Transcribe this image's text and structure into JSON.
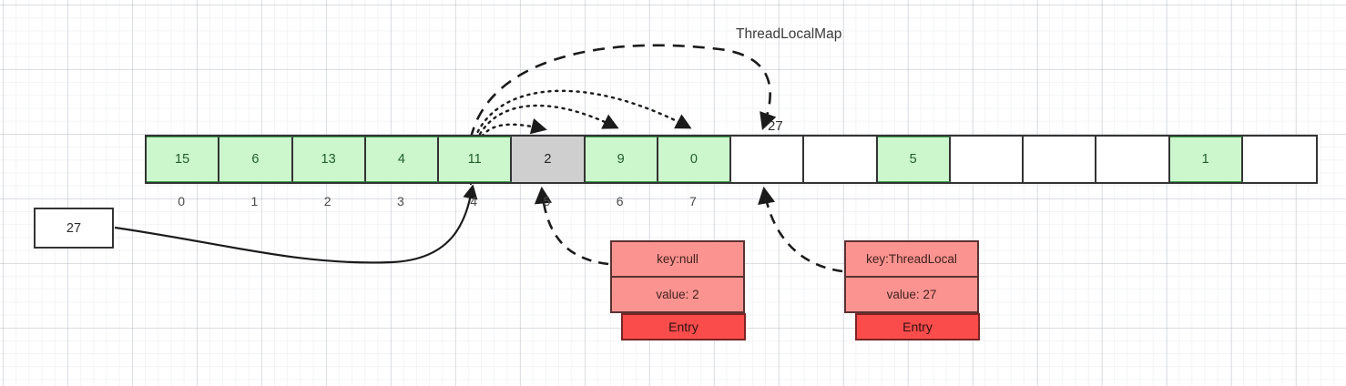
{
  "diagram": {
    "title": "ThreadLocalMap",
    "background": "#ffffff",
    "grid_color": "#dfe3e8"
  },
  "colors": {
    "cell_filled": "#ccf7cd",
    "cell_filled_text": "#215e28",
    "cell_highlight": "#cfcfcf",
    "cell_empty": "#ffffff",
    "entry_row": "#fb9490",
    "entry_footer": "#fb4c4c",
    "stroke": "#333333"
  },
  "source_box": {
    "label": "27",
    "name": "thread-local-value-box"
  },
  "array": {
    "name": "threadlocalmap-table",
    "cells": [
      {
        "value": "15",
        "state": "filled"
      },
      {
        "value": "6",
        "state": "filled"
      },
      {
        "value": "13",
        "state": "filled"
      },
      {
        "value": "4",
        "state": "filled"
      },
      {
        "value": "11",
        "state": "filled"
      },
      {
        "value": "2",
        "state": "highlight"
      },
      {
        "value": "9",
        "state": "filled"
      },
      {
        "value": "0",
        "state": "filled"
      },
      {
        "value": "",
        "state": "empty"
      },
      {
        "value": "",
        "state": "empty"
      },
      {
        "value": "5",
        "state": "filled"
      },
      {
        "value": "",
        "state": "empty"
      },
      {
        "value": "",
        "state": "empty"
      },
      {
        "value": "",
        "state": "empty"
      },
      {
        "value": "1",
        "state": "filled"
      },
      {
        "value": "",
        "state": "empty"
      }
    ],
    "indices": [
      "0",
      "1",
      "2",
      "3",
      "4",
      "5",
      "6",
      "7"
    ],
    "inserted_value_label": "27"
  },
  "entries": [
    {
      "id": "entry-null",
      "key_label": "key:null",
      "value_label": "value: 2",
      "footer_label": "Entry",
      "points_to_index": 5
    },
    {
      "id": "entry-tl",
      "key_label": "key:ThreadLocal",
      "value_label": "value: 27",
      "footer_label": "Entry",
      "points_to_index": 8
    }
  ],
  "probe_arcs": {
    "name": "linear-probe-arcs",
    "from_index": 4,
    "to_indices": [
      5,
      6,
      7,
      8
    ],
    "styles": [
      "dotted",
      "dotted",
      "dotted",
      "dashed"
    ]
  }
}
